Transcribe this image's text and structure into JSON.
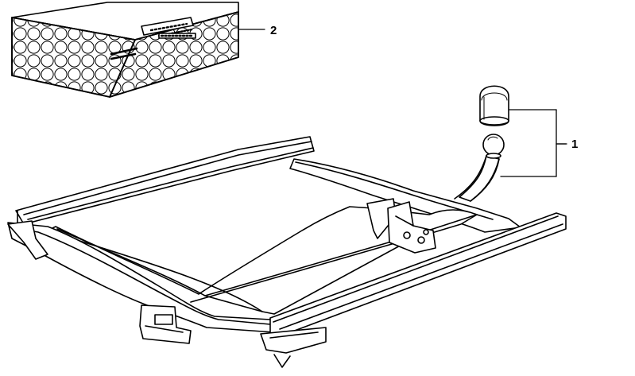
{
  "callouts": [
    {
      "number": "2",
      "part": "kit-box"
    },
    {
      "number": "1",
      "part": "tow-ball-and-cap"
    }
  ],
  "colors": {
    "ink": "#000000",
    "paper": "#ffffff"
  }
}
